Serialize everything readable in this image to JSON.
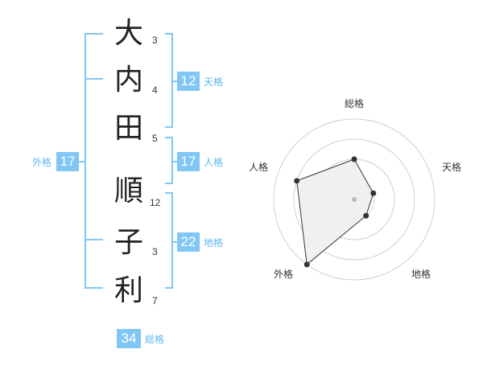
{
  "name": {
    "chars": [
      {
        "char": "大",
        "strokes": "3"
      },
      {
        "char": "内",
        "strokes": "4"
      },
      {
        "char": "田",
        "strokes": "5"
      },
      {
        "char": "順",
        "strokes": "12"
      },
      {
        "char": "子",
        "strokes": "3"
      },
      {
        "char": "利",
        "strokes": "7"
      }
    ]
  },
  "fortune": {
    "tenkaku": {
      "value": "12",
      "label": "天格"
    },
    "jinkaku": {
      "value": "17",
      "label": "人格"
    },
    "chikaku": {
      "value": "22",
      "label": "地格"
    },
    "gaikaku": {
      "value": "17",
      "label": "外格"
    },
    "soukaku": {
      "value": "34",
      "label": "総格"
    }
  },
  "colors": {
    "accent": "#81c7f5",
    "bracket": "#81c7f5",
    "label": "#5fb8ef",
    "text": "#222222"
  },
  "chart_data": {
    "type": "radar",
    "axes": [
      "総格",
      "天格",
      "地格",
      "外格",
      "人格"
    ],
    "values": [
      2,
      1,
      1,
      4,
      3
    ],
    "max": 4,
    "rings": 4
  }
}
